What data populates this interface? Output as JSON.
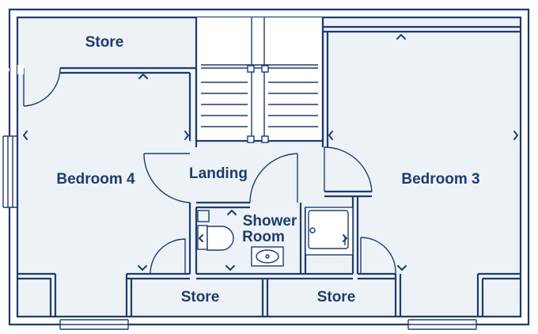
{
  "rooms": {
    "store_top": "Store",
    "bedroom4": "Bedroom 4",
    "landing": "Landing",
    "shower_line1": "Shower",
    "shower_line2": "Room",
    "bedroom3": "Bedroom 3",
    "store_bottom_left": "Store",
    "store_bottom_right": "Store"
  },
  "colors": {
    "wall": "#1f3b6e",
    "floor": "#edf2f6",
    "background": "#ffffff"
  },
  "icons": [
    "door-swing-icon",
    "staircase-icon",
    "shower-tray-icon",
    "toilet-icon",
    "sink-icon",
    "window-icon",
    "direction-marker-icon"
  ]
}
